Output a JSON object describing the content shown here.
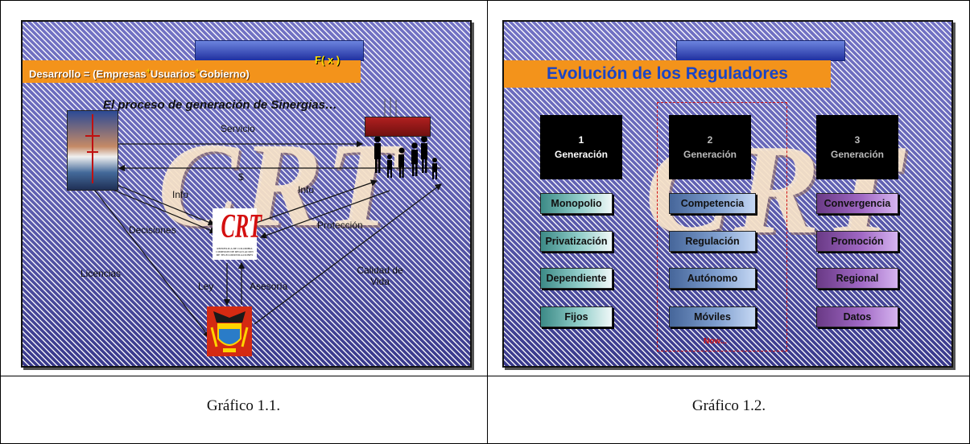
{
  "captions": [
    "Gráfico 1.1.",
    "Gráfico 1.2."
  ],
  "slide1": {
    "title_text": "Desarrollo = (Empresas",
    "title_plus": "+",
    "title_usuarios": "Usuarios",
    "title_gobierno": "Gobierno)",
    "fx": "F( x )",
    "subtitle": "El proceso de generación de Sinergias…",
    "watermark": "CRT",
    "labels": {
      "servicio": "Servicio",
      "s": "$",
      "info_left": "Info",
      "info_right": "Info",
      "decisiones": "Decisiones",
      "proteccion": "Protección",
      "licencias": "Licencias",
      "ley": "Ley",
      "asesoria": "Asesoría",
      "calidad": "Calidad de",
      "vida": "Vida"
    },
    "crt_logo": "CRT",
    "crt_small_1": "REPUBLICA DE COLOMBIA",
    "crt_small_2": "COMISION DE REGULACION",
    "crt_small_3": "DE TELECOMUNICACIONES"
  },
  "slide2": {
    "title": "Evolución de los Reguladores",
    "watermark": "CRT",
    "generations": [
      {
        "number": "1",
        "label": "Generación"
      },
      {
        "number": "2",
        "label": "Generación"
      },
      {
        "number": "3",
        "label": "Generación"
      }
    ],
    "column1": [
      "Monopolio",
      "Privatización",
      "Dependiente",
      "Fijos"
    ],
    "column2": [
      "Competencia",
      "Regulación",
      "Autónomo",
      "Móviles"
    ],
    "column3": [
      "Convergencia",
      "Promoción",
      "Regional",
      "Datos"
    ],
    "now_label": "Now..."
  },
  "colors": {
    "orange_bar": "#f3931b",
    "blue_title": "#1a44c6",
    "slide_background": "#5252a8",
    "crt_red": "#d41010"
  }
}
